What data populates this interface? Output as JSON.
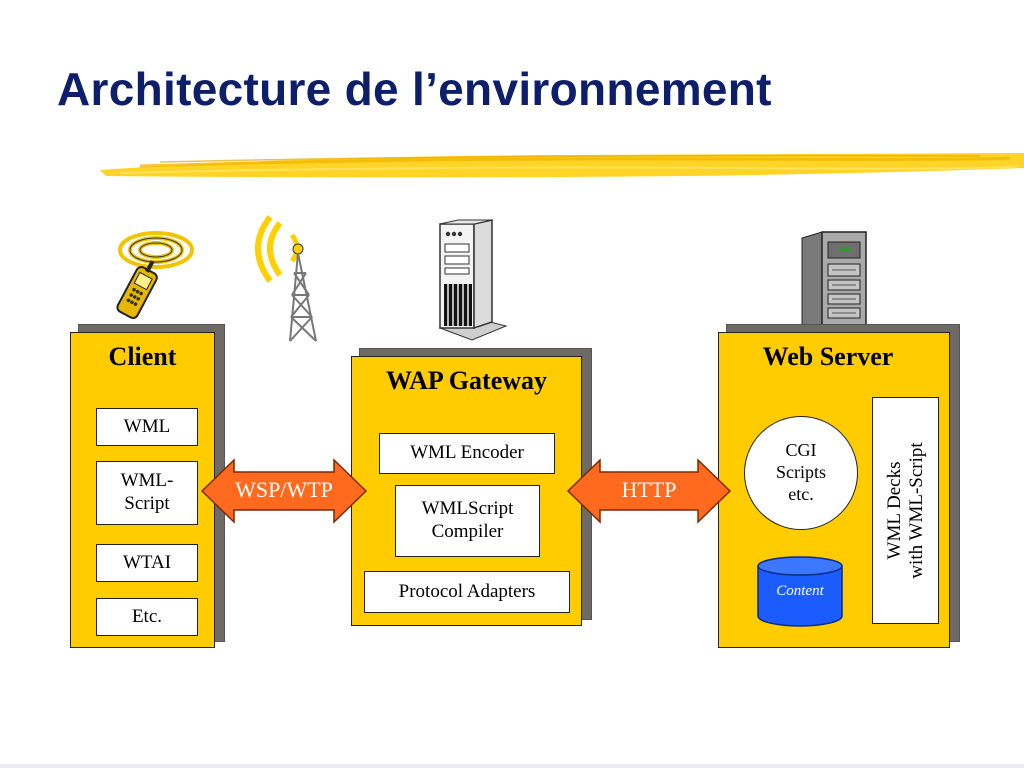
{
  "slide": {
    "title": "Architecture de l’environnement"
  },
  "icons": [
    "mobile-phone-icon",
    "radio-tower-icon",
    "gateway-server-icon",
    "web-server-icon",
    "database-icon"
  ],
  "colors": {
    "panel": "#ffcc00",
    "arrow": "#ff6a1f",
    "title": "#0d1f6b",
    "cylinder": "#1a5cff"
  },
  "client": {
    "title": "Client",
    "items": [
      "WML",
      "WML-\nScript",
      "WTAI",
      "Etc."
    ]
  },
  "links": {
    "left": "WSP/WTP",
    "right": "HTTP"
  },
  "gateway": {
    "title": "WAP Gateway",
    "encoder": "WML Encoder",
    "compiler": "WMLScript\nCompiler",
    "adapters": "Protocol Adapters"
  },
  "webserver": {
    "title": "Web Server",
    "cgi": "CGI\nScripts\netc.",
    "content": "Content",
    "decks": "WML Decks\nwith WML-Script"
  }
}
